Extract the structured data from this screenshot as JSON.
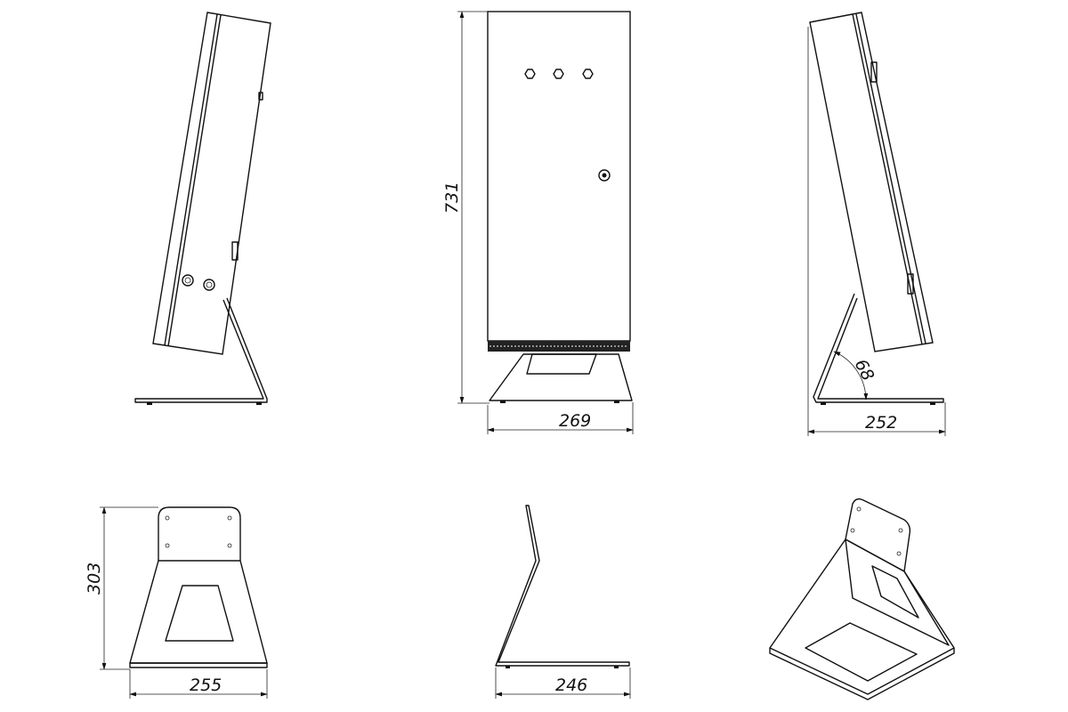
{
  "drawing": {
    "dimensions": {
      "height_front": "731",
      "width_front": "269",
      "width_side": "252",
      "angle": "68",
      "stand_height": "303",
      "stand_width": "255",
      "stand_depth": "246"
    }
  }
}
